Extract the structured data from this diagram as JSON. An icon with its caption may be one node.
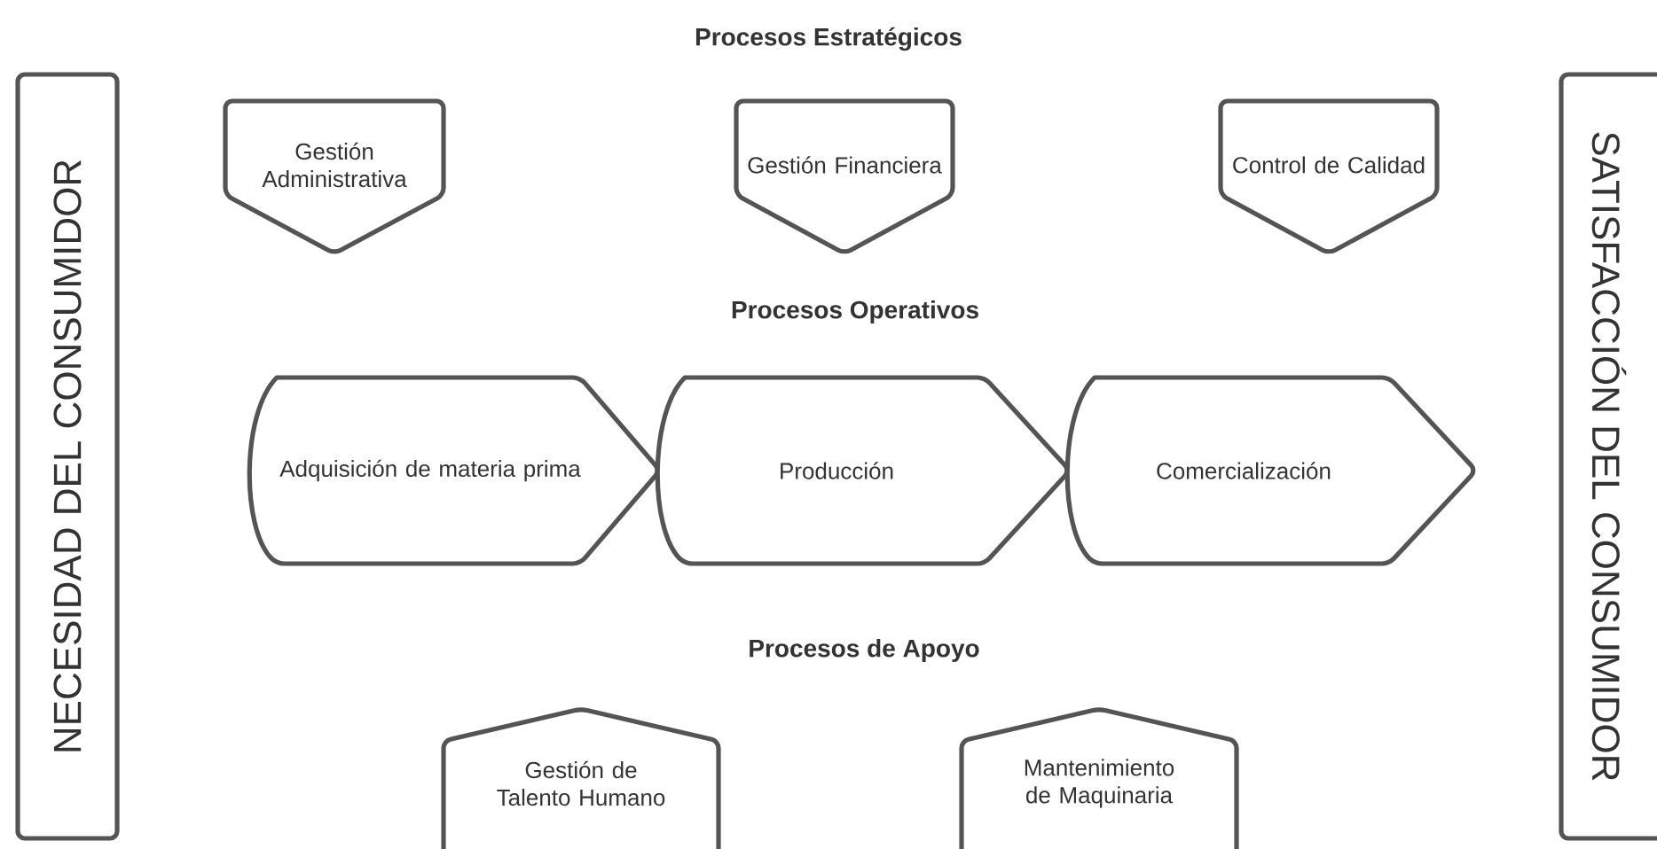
{
  "diagram": {
    "nodes": [
      {
        "text": [
          "NECESIDAD DEL CONSUMIDOR"
        ]
      },
      {
        "text": [
          "Gestión Administrativa"
        ]
      },
      {
        "text": [
          "Gestión Financiera"
        ]
      },
      {
        "text": [
          "Control de Calidad"
        ]
      },
      {
        "text": [
          "Adquisición de materia prima"
        ]
      },
      {
        "text": [
          "Producción"
        ]
      },
      {
        "text": [
          "Comercialización"
        ]
      },
      {
        "text": [
          "Gestión de Talento Humano"
        ]
      },
      {
        "text": [
          "Mantenimiento de Maquinaria"
        ]
      },
      {
        "text": [
          "SATISFACCIÓN DEL CONSUMIDOR"
        ]
      }
    ],
    "labels": [
      "Procesos Estratégicos",
      "Procesos Operativos",
      "Procesos de Apoyo"
    ]
  }
}
